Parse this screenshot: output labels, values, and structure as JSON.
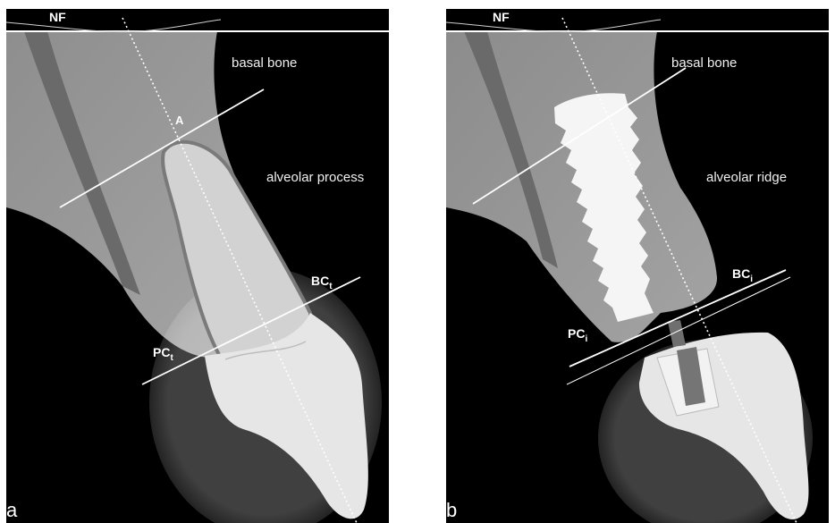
{
  "panels": [
    {
      "id": "a",
      "letter": "a",
      "nf_label": "NF",
      "region_top": "basal bone",
      "region_mid": "alveolar process",
      "point_apex": "A",
      "buccal_crest": {
        "main": "BC",
        "sub": "t"
      },
      "palatal_crest": {
        "main": "PC",
        "sub": "t"
      }
    },
    {
      "id": "b",
      "letter": "b",
      "nf_label": "NF",
      "region_top": "basal bone",
      "region_mid": "alveolar ridge",
      "buccal_crest": {
        "main": "BC",
        "sub": "i"
      },
      "palatal_crest": {
        "main": "PC",
        "sub": "i"
      }
    }
  ],
  "colors": {
    "background": "#000000",
    "bone": "#9a9a9a",
    "canal": "#666666",
    "tooth": "#dcdcdc",
    "implant": "#f4f4f4",
    "lines": "#ffffff"
  }
}
